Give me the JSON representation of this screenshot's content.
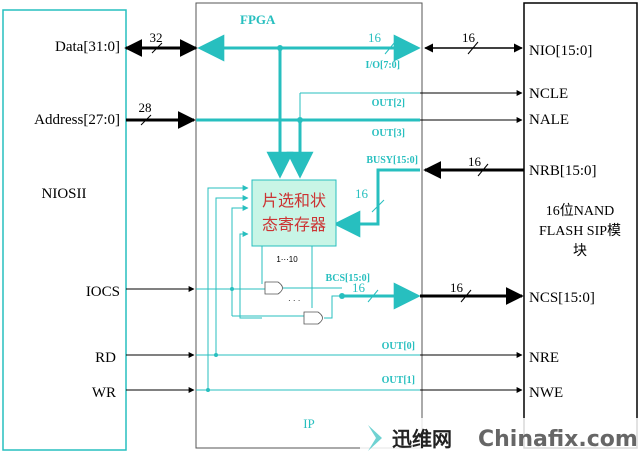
{
  "niosii": {
    "title": "NIOSII"
  },
  "left_signals": {
    "data": "Data[31:0]",
    "address": "Address[27:0]",
    "iocs": "IOCS",
    "rd": "RD",
    "wr": "WR"
  },
  "bus_widths": {
    "data": "32",
    "address": "28",
    "io_inner": "16",
    "nio": "16",
    "nrb": "16",
    "busy": "16",
    "bcs": "16",
    "ncs": "16"
  },
  "fpga": {
    "title": "FPGA",
    "footer": "IP",
    "register_block": [
      "片选和状",
      "态寄存器"
    ],
    "range_label": "1⋯10",
    "signals": {
      "io": "I/O[7:0]",
      "out2": "OUT[2]",
      "out3": "OUT[3]",
      "busy": "BUSY[15:0]",
      "bcs": "BCS[15:0]",
      "out0": "OUT[0]",
      "out1": "OUT[1]"
    }
  },
  "nand": {
    "pins": {
      "nio": "NIO[15:0]",
      "ncle": "NCLE",
      "nale": "NALE",
      "nrb": "NRB[15:0]",
      "ncs": "NCS[15:0]",
      "nre": "NRE",
      "nwe": "NWE"
    },
    "title": [
      "16位NAND",
      "FLASH SIP模",
      "块"
    ]
  },
  "watermark": {
    "cn": "迅维网",
    "en": "Chinafix.com"
  },
  "colors": {
    "cyan": "#27bfbf",
    "block_fill": "#c8f5e6",
    "black": "#000000"
  }
}
